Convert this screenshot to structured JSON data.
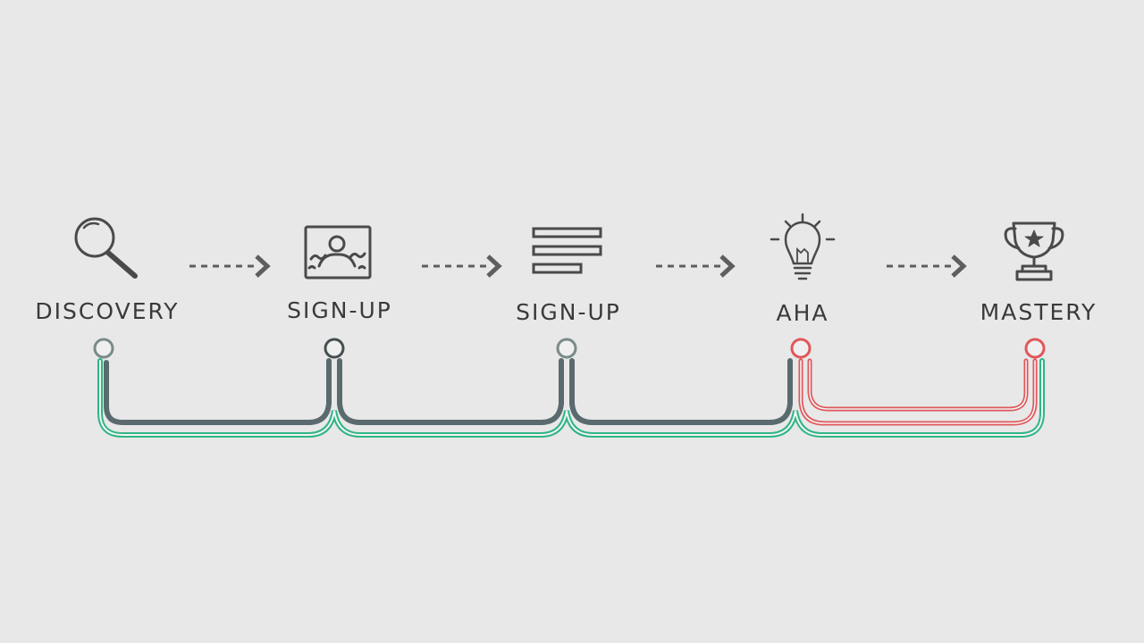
{
  "stages": [
    {
      "label": "DISCOVERY",
      "icon": "magnifier-icon"
    },
    {
      "label": "SIGN-UP",
      "icon": "picture-frame-icon"
    },
    {
      "label": "SIGN-UP",
      "icon": "list-lines-icon"
    },
    {
      "label": "AHA",
      "icon": "lightbulb-icon"
    },
    {
      "label": "MASTERY",
      "icon": "trophy-icon"
    }
  ],
  "colors": {
    "background": "#e8e8e8",
    "icon_stroke": "#4a4a4a",
    "arrow": "#5e5e5e",
    "track_green": "#2fb585",
    "track_slate": "#5a6a6e",
    "track_red": "#e0575a",
    "node_gray": "#7a8a88",
    "node_dark": "#454e50",
    "node_red": "#e0575a"
  }
}
